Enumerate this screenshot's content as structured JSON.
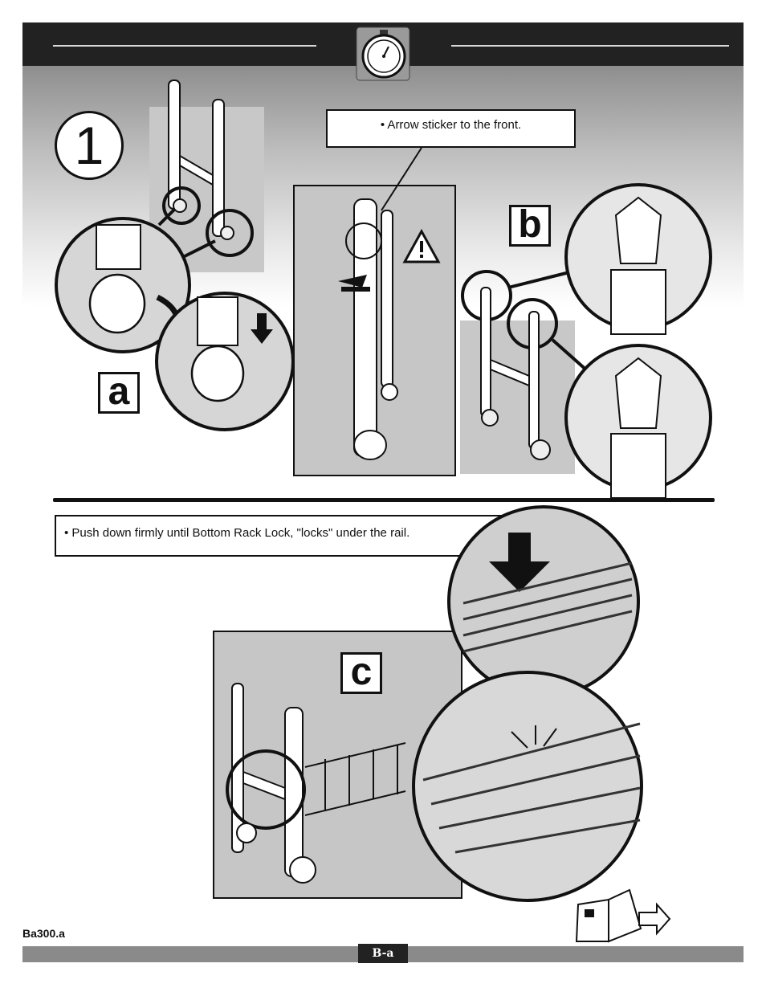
{
  "header": {
    "timer_icon": "stopwatch-icon"
  },
  "step": {
    "number": "1"
  },
  "labels": {
    "a": "a",
    "b": "b",
    "c": "c"
  },
  "callouts": {
    "top": "• Arrow sticker to the front.",
    "bottom": "• Push down firmly until Bottom Rack Lock, \"locks\" under the rail."
  },
  "icons": {
    "warning": "warning-triangle-icon",
    "next_page": "open-book-next-icon"
  },
  "footer": {
    "doc_code": "Ba300.a",
    "page": "B-a"
  }
}
